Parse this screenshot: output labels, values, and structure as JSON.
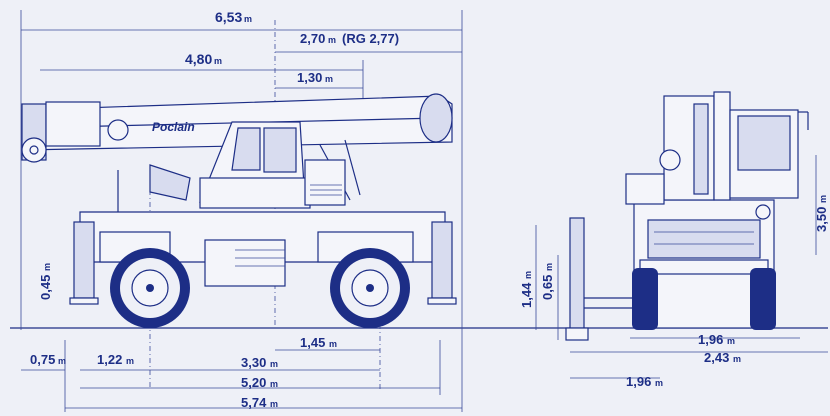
{
  "brand": "Poclain",
  "dimensions": {
    "total_length": "6,53",
    "counterweight_offset": "2,70",
    "counterweight_offset_rg": "(RG 2,77)",
    "boom_length": "4,80",
    "rear_overhang_top": "1,30",
    "step_height": "0,45",
    "front_offset": "0,75",
    "front_axle": "1,22",
    "rear_axle_offset": "1,45",
    "wheelbase": "3,30",
    "length_mid": "5,20",
    "length_total": "5,74",
    "outrigger_height": "1,44",
    "ground_clearance": "0,65",
    "total_height": "3,50",
    "track_width": "1,96",
    "outrigger_span": "2,43",
    "outrigger_width_bottom": "1,96"
  },
  "unit": "m"
}
